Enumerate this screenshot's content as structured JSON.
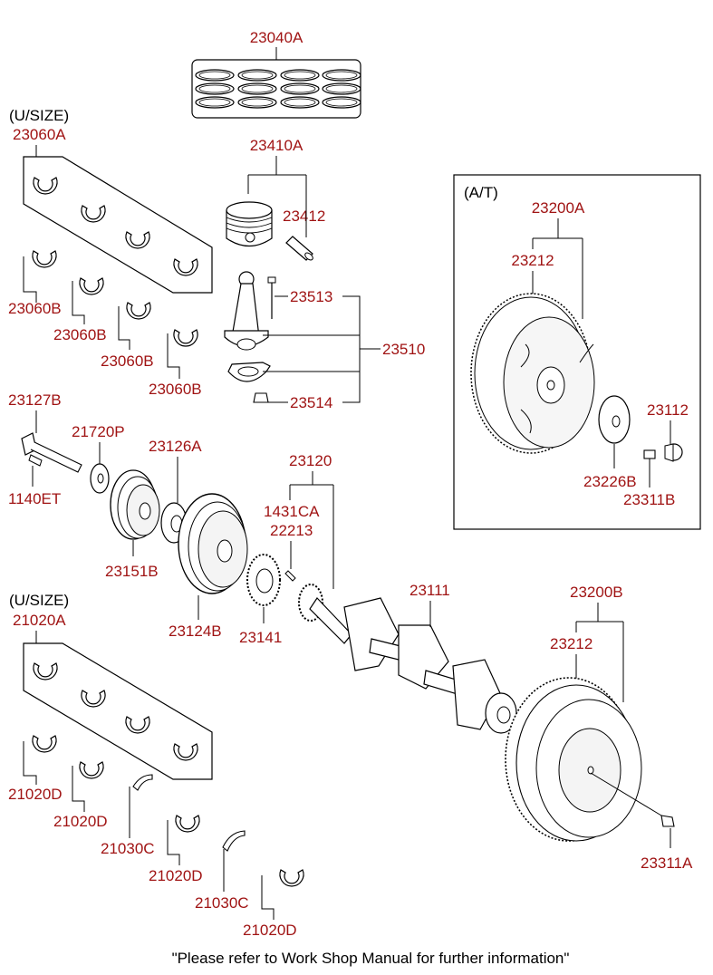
{
  "labels": {
    "p23040A": "23040A",
    "usize_top": "(U/SIZE)",
    "p23060A": "23060A",
    "p23060B_1": "23060B",
    "p23060B_2": "23060B",
    "p23060B_3": "23060B",
    "p23060B_4": "23060B",
    "p23410A": "23410A",
    "p23412": "23412",
    "p23513": "23513",
    "p23510": "23510",
    "p23514": "23514",
    "at_tag": "(A/T)",
    "p23200A": "23200A",
    "p23212_at": "23212",
    "p23112": "23112",
    "p23226B": "23226B",
    "p23311B": "23311B",
    "p23127B": "23127B",
    "p21720P": "21720P",
    "p1140ET": "1140ET",
    "p23126A": "23126A",
    "p23120": "23120",
    "p1431CA": "1431CA",
    "p22213": "22213",
    "p23151B": "23151B",
    "p23124B": "23124B",
    "p23141": "23141",
    "p23111": "23111",
    "p23200B": "23200B",
    "p23212_mt": "23212",
    "usize_bottom": "(U/SIZE)",
    "p21020A": "21020A",
    "p21020D_1": "21020D",
    "p21020D_2": "21020D",
    "p21020D_3": "21020D",
    "p21020D_4": "21020D",
    "p21030C_1": "21030C",
    "p21030C_2": "21030C",
    "p23311A": "23311A"
  },
  "footer_note": "\"Please refer to Work Shop Manual for further information\"",
  "colors": {
    "part_number": "#a01414",
    "line": "#000000",
    "background": "#ffffff"
  }
}
